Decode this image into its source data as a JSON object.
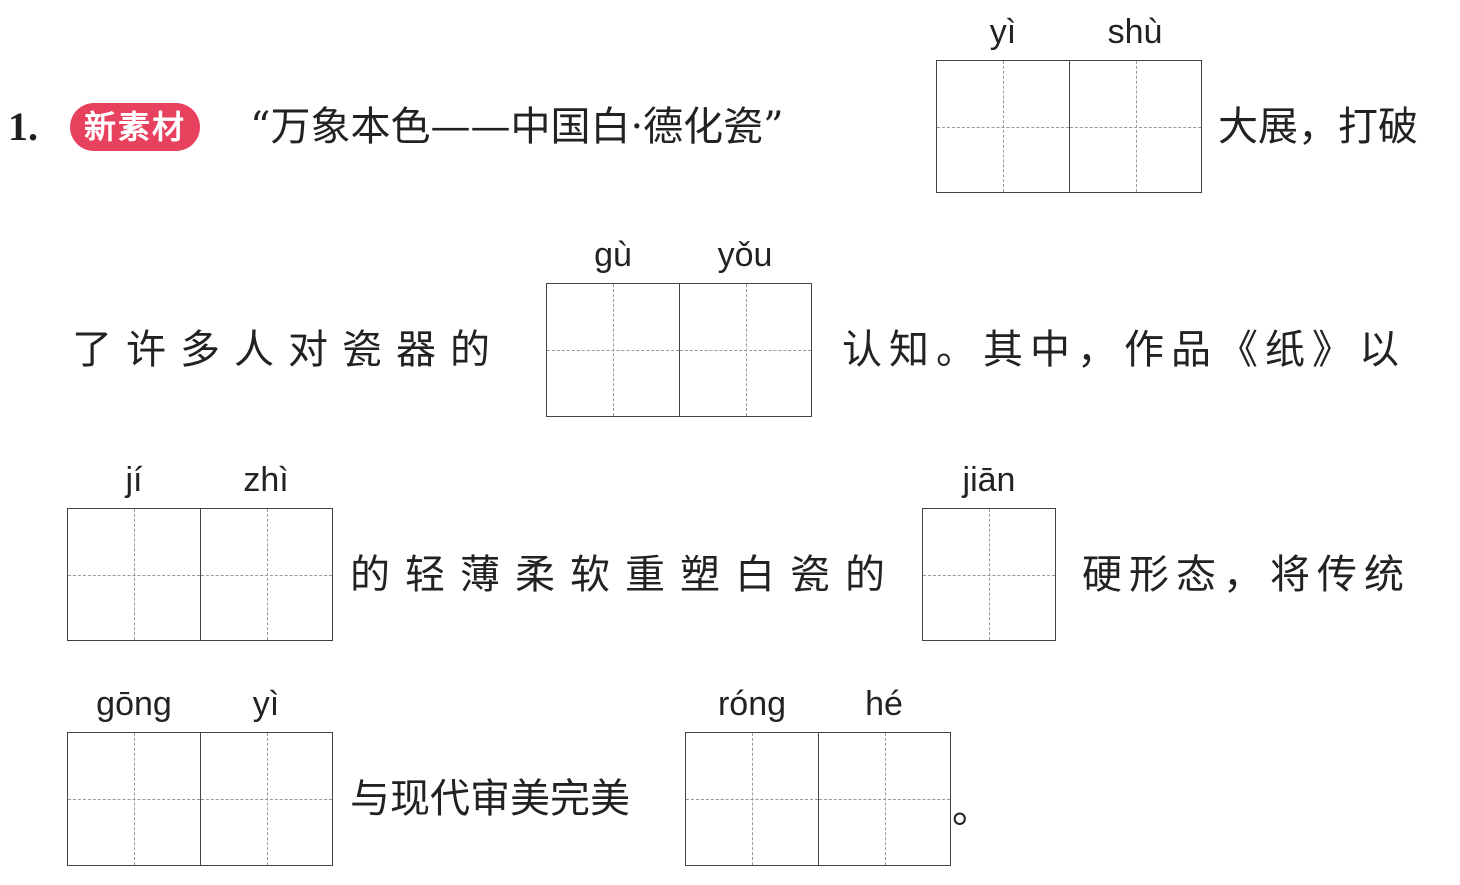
{
  "question_number": "1.",
  "tag": "新素材",
  "text": {
    "line1_a": "“万象本色——中国白·德化瓷”",
    "line1_b": "大展，打破",
    "line2_a": "了许多人对瓷器的",
    "line2_b": "认知。其中，作品《纸》以",
    "line3_a": "的轻薄柔软重塑白瓷的",
    "line3_b": "硬形态，将传统",
    "line4_a": "与现代审美完美",
    "line4_b": "。"
  },
  "pinyin": {
    "p1a": "yì",
    "p1b": "shù",
    "p2a": "gù",
    "p2b": "yǒu",
    "p3a": "jí",
    "p3b": "zhì",
    "p4": "jiān",
    "p5a": "gōng",
    "p5b": "yì",
    "p6a": "róng",
    "p6b": "hé"
  }
}
